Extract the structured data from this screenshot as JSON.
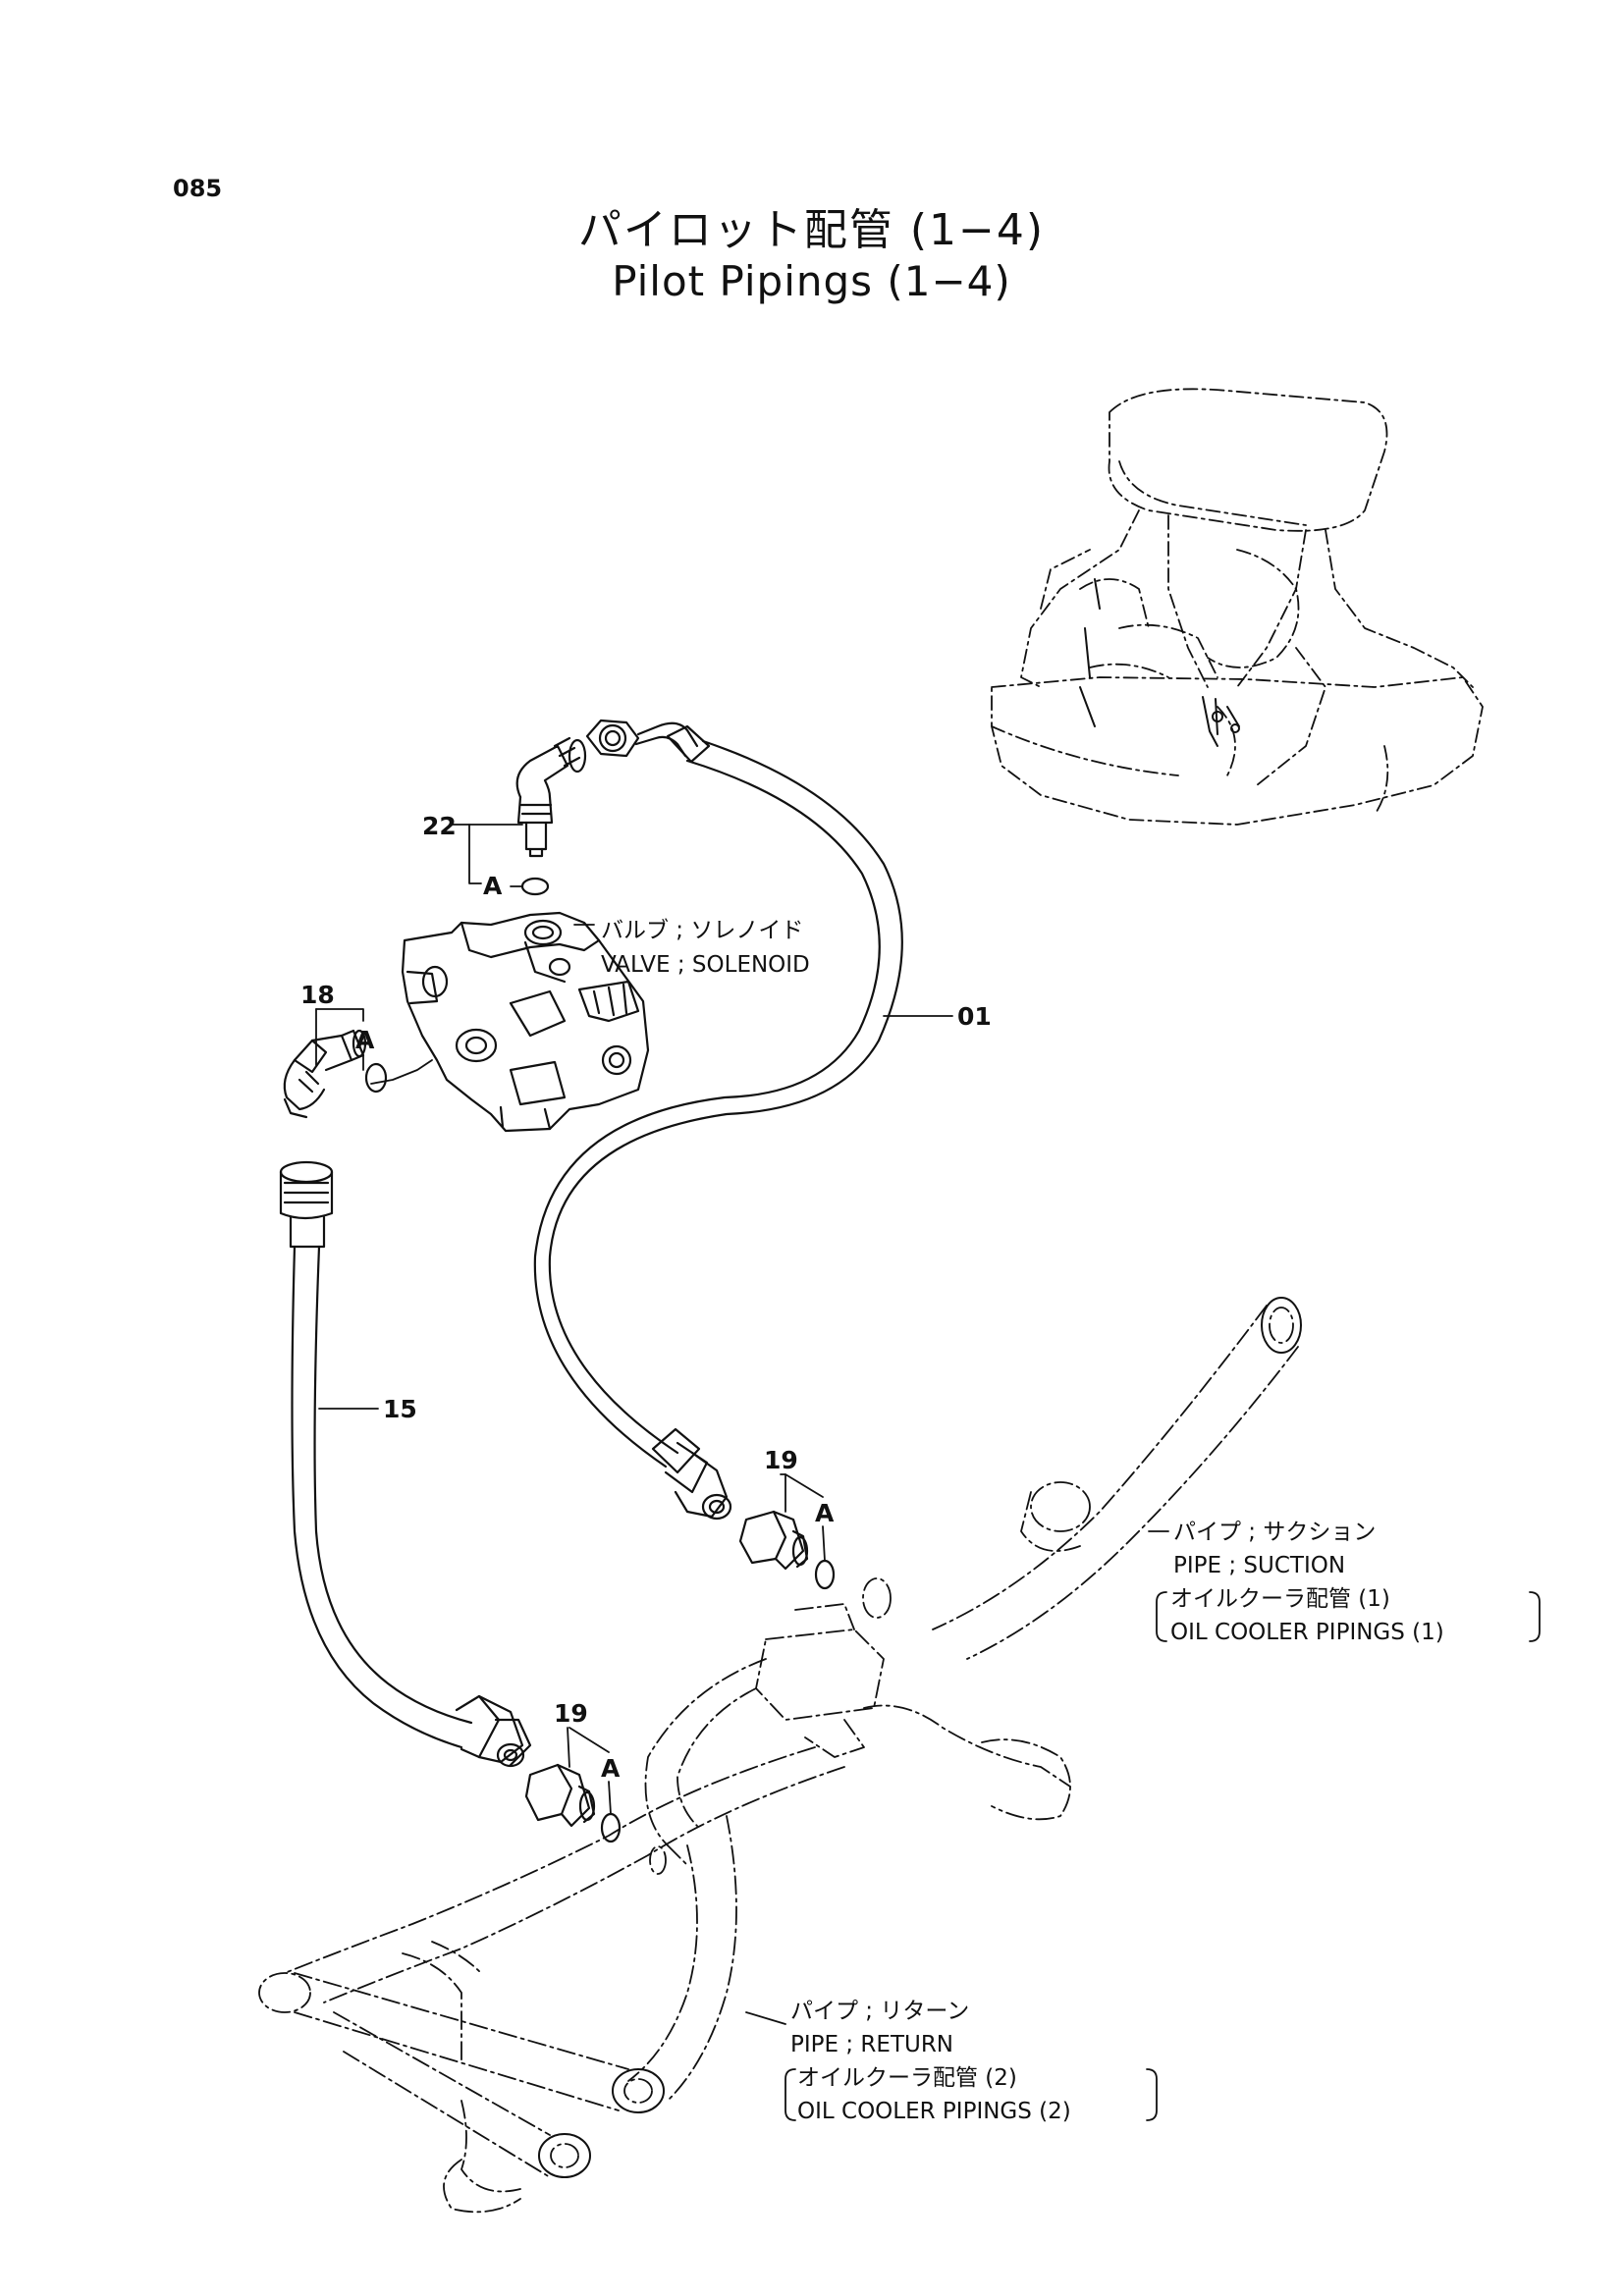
{
  "page": {
    "number": "085",
    "title_jp": "パイロット配管 (1−4)",
    "title_en": "Pilot Pipings (1−4)"
  },
  "callouts": {
    "p22": "22",
    "a22": "A",
    "p18": "18",
    "a18": "A",
    "p01": "01",
    "p15": "15",
    "p19a": "19",
    "a19a": "A",
    "p19b": "19",
    "a19b": "A"
  },
  "labels": {
    "valve_jp": "バルブ ; ソレノイド",
    "valve_en": "VALVE ; SOLENOID",
    "suction_jp": "パイプ ; サクション",
    "suction_en": "PIPE ; SUCTION",
    "suction_ref_jp": "オイルクーラ配管 (1)",
    "suction_ref_en": "OIL  COOLER  PIPINGS (1)",
    "return_jp": "パイプ ; リターン",
    "return_en": "PIPE ; RETURN",
    "return_ref_jp": "オイルクーラ配管 (2)",
    "return_ref_en": "OIL  COOLER  PIPINGS (2)"
  }
}
